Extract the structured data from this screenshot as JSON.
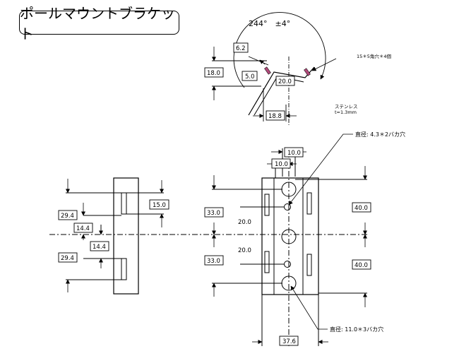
{
  "title": "ポールマウントブラケット",
  "top_view": {
    "angle": "244°　±4°",
    "hole_note": "15＊5角穴＊4個",
    "material": "ステンレス",
    "thickness": "t=1.3mm",
    "dims": {
      "d62": "6.2",
      "d180": "18.0",
      "d50": "5.0",
      "d200": "20.0",
      "d188": "18.8"
    }
  },
  "side_view": {
    "dims": {
      "d150": "15.0",
      "d294a": "29.4",
      "d144a": "14.4",
      "d144b": "14.4",
      "d294b": "29.4"
    }
  },
  "front_view": {
    "top_hole_note": "直径: 4.3＊2バカ穴",
    "bottom_hole_note": "直径: 11.0＊3バカ穴",
    "dims": {
      "d100a": "10.0",
      "d100b": "10.0",
      "d330a": "33.0",
      "d330b": "33.0",
      "d200a": "20.0",
      "d200b": "20.0",
      "d400a": "40.0",
      "d400b": "40.0",
      "d376": "37.6"
    }
  },
  "colors": {
    "line": "#000000",
    "hole_marker": "#b04a7a"
  }
}
